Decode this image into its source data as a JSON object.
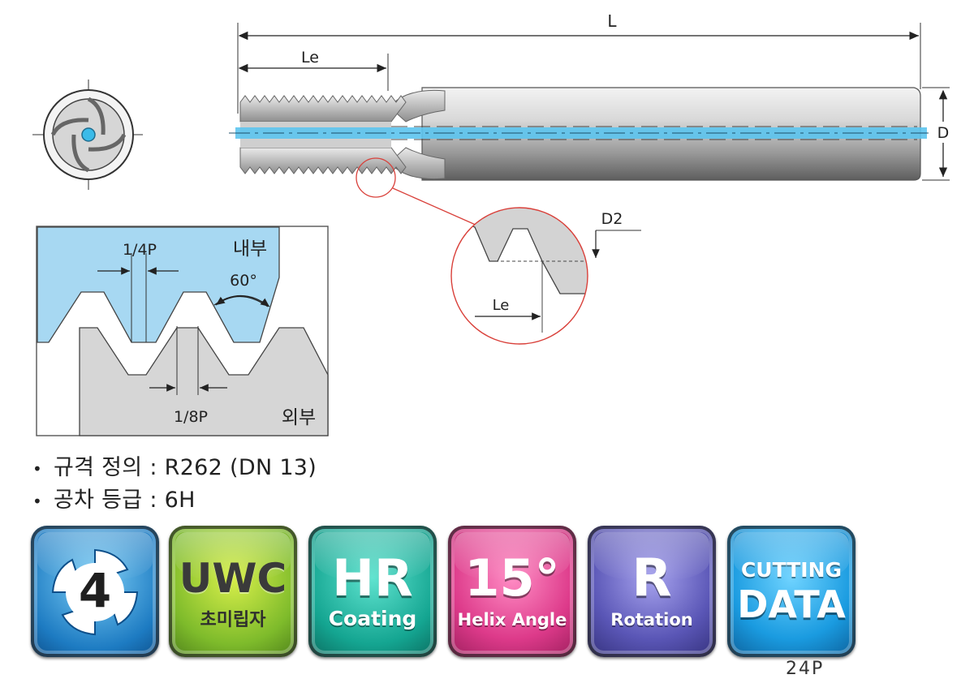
{
  "drawing": {
    "dim_total_length": "L",
    "dim_effective_length": "Le",
    "dim_diameter": "D",
    "dim_pitch_diameter": "D2",
    "detail_le": "Le"
  },
  "thread_profile": {
    "quarter_pitch": "1/4P",
    "eighth_pitch": "1/8P",
    "angle": "60°",
    "internal": "내부",
    "external": "외부"
  },
  "specs": [
    {
      "label": "규격 정의",
      "sep": ":",
      "value": "R262 (DN 13)"
    },
    {
      "label": "공차 등급",
      "sep": ":",
      "value": "6H"
    }
  ],
  "badges": [
    {
      "name": "flutes-badge",
      "main": "4",
      "sub": "",
      "color": "#2a8fd4"
    },
    {
      "name": "uwc-badge",
      "main": "UWC",
      "sub": "초미립자",
      "color": "#8cc63f"
    },
    {
      "name": "hr-coating-badge",
      "main": "HR",
      "sub": "Coating",
      "color": "#1db6a6"
    },
    {
      "name": "helix-angle-badge",
      "main": "15°",
      "sub": "Helix Angle",
      "color": "#e2418f"
    },
    {
      "name": "rotation-badge",
      "main": "R",
      "sub": "Rotation",
      "color": "#5a57b5"
    },
    {
      "name": "cutting-data-badge",
      "main": "CUTTING",
      "sub": "DATA",
      "color": "#1a9be0"
    }
  ],
  "page_marker": "24P"
}
